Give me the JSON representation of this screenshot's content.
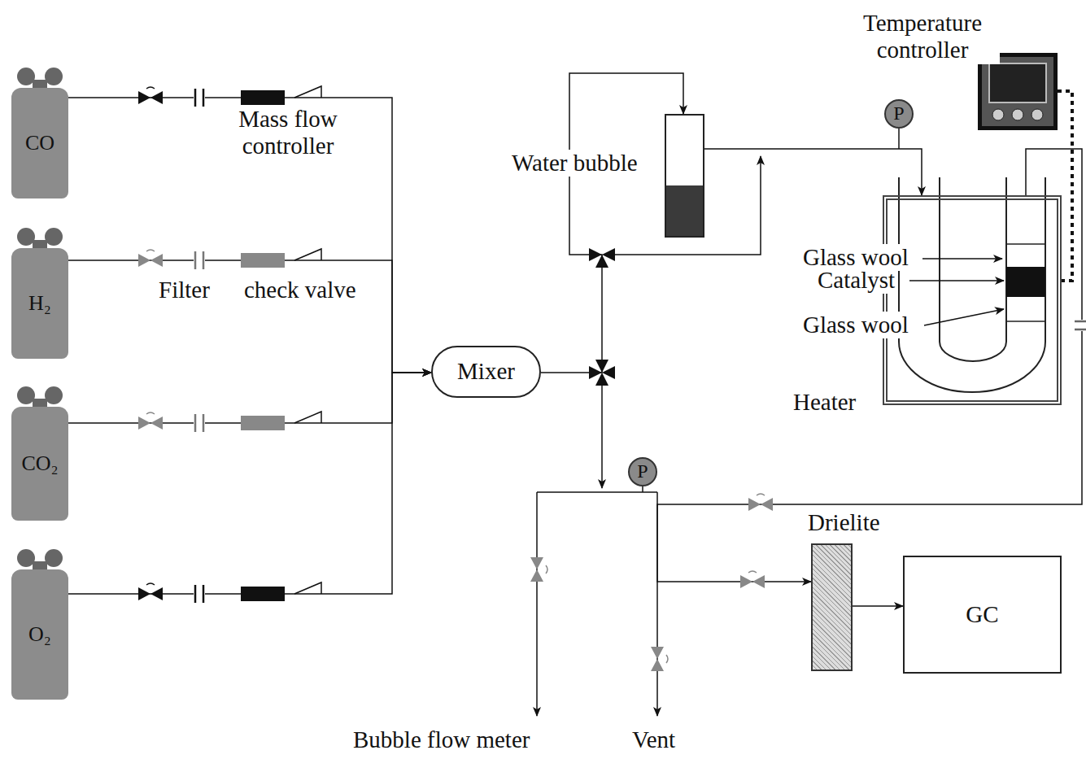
{
  "diagram": {
    "nodes": [
      {
        "text": [
          "CO"
        ]
      },
      {
        "text": [
          "H₂"
        ]
      },
      {
        "text": [
          "CO₂"
        ]
      },
      {
        "text": [
          "O₂"
        ]
      },
      {
        "text": [
          "Mixer"
        ]
      },
      {
        "text": [
          "Water bubble"
        ]
      },
      {
        "text": [
          "Heater"
        ]
      },
      {
        "text": [
          "Temperature controller"
        ]
      },
      {
        "text": [
          "Drielite"
        ]
      },
      {
        "text": [
          "GC"
        ]
      },
      {
        "text": [
          "P"
        ]
      },
      {
        "text": [
          "P"
        ]
      }
    ],
    "edges": [
      {
        "from": 0,
        "to": 4,
        "arrow": "to"
      },
      {
        "from": 1,
        "to": 4,
        "arrow": "to"
      },
      {
        "from": 2,
        "to": 4,
        "arrow": "to"
      },
      {
        "from": 3,
        "to": 4,
        "arrow": "to"
      },
      {
        "from": 4,
        "to": 5,
        "arrow": "to"
      },
      {
        "from": 5,
        "to": 6,
        "arrow": "to"
      },
      {
        "from": 6,
        "to": 8,
        "arrow": "to"
      },
      {
        "from": 8,
        "to": 9,
        "arrow": "to"
      },
      {
        "from": 7,
        "to": 6,
        "arrow": "none"
      }
    ],
    "labels": [
      "Mass flow controller",
      "Filter",
      "check valve",
      "Glass wool",
      "Catalyst",
      "Glass wool",
      "Bubble flow meter",
      "Vent"
    ]
  }
}
